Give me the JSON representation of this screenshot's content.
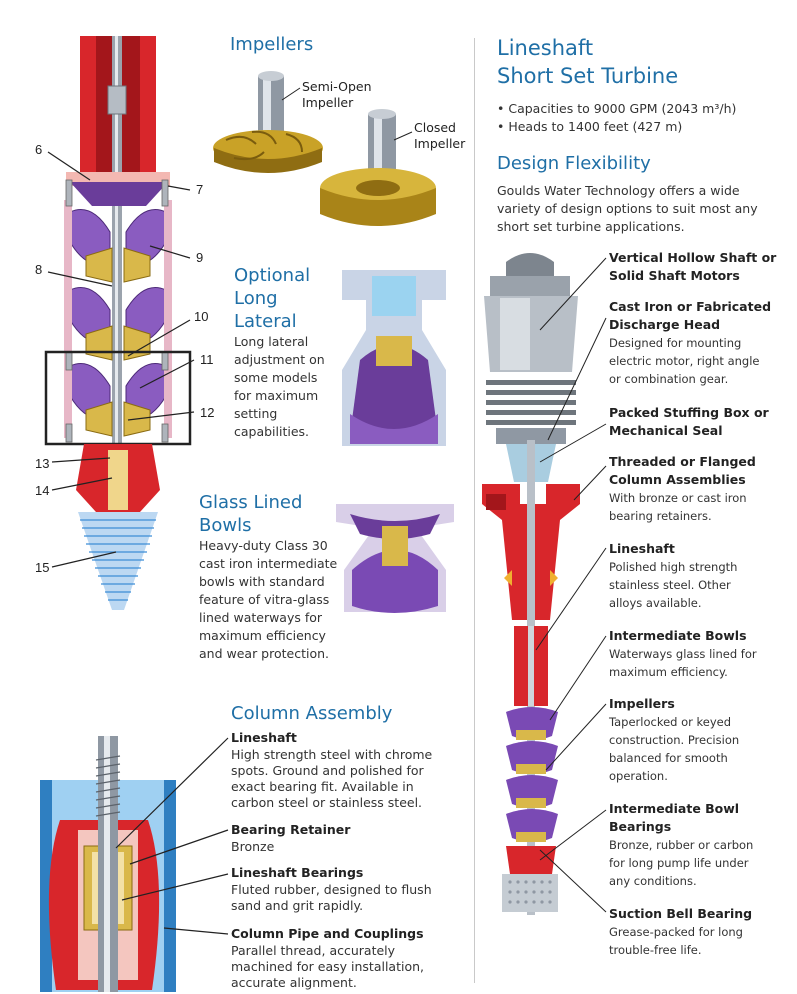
{
  "left_figure": {
    "callouts": [
      "6",
      "7",
      "8",
      "9",
      "10",
      "11",
      "12",
      "13",
      "14",
      "15"
    ]
  },
  "impellers": {
    "title": "Impellers",
    "semi_open": [
      "Semi-Open",
      "Impeller"
    ],
    "closed": [
      "Closed",
      "Impeller"
    ]
  },
  "optional_lateral": {
    "title": [
      "Optional",
      "Long",
      "Lateral"
    ],
    "body": [
      "Long lateral",
      "adjustment on",
      "some models",
      "for maximum",
      "setting",
      "capabilities."
    ]
  },
  "glass_lined": {
    "title": [
      "Glass Lined",
      "Bowls"
    ],
    "body": [
      "Heavy-duty Class 30",
      "cast iron intermediate",
      "bowls with standard",
      "feature of vitra-glass",
      "lined waterways for",
      "maximum efficiency",
      "and wear protection."
    ]
  },
  "column_assembly": {
    "title": "Column Assembly",
    "items": [
      {
        "label": "Lineshaft",
        "body": [
          "High strength steel with chrome",
          "spots. Ground and polished for",
          "exact bearing fit. Available in",
          "carbon steel or stainless steel."
        ]
      },
      {
        "label": "Bearing Retainer",
        "body": [
          "Bronze"
        ]
      },
      {
        "label": "Lineshaft Bearings",
        "body": [
          "Fluted rubber, designed to flush",
          "sand and grit rapidly."
        ]
      },
      {
        "label": "Column Pipe and Couplings",
        "body": [
          "Parallel thread, accurately",
          "machined for easy installation,",
          "accurate alignment."
        ]
      }
    ]
  },
  "lineshaft_turbine": {
    "title": [
      "Lineshaft",
      "Short Set Turbine"
    ],
    "bullets": [
      "• Capacities to 9000 GPM (2043 m³/h)",
      "• Heads to 1400 feet (427 m)"
    ]
  },
  "design_flexibility": {
    "title": "Design Flexibility",
    "body": [
      "Goulds Water Technology offers a wide",
      "variety of design options to suit most any",
      "short set turbine applications."
    ]
  },
  "components": [
    {
      "label": [
        "Vertical Hollow Shaft or",
        "Solid Shaft Motors"
      ],
      "body": []
    },
    {
      "label": [
        "Cast Iron or Fabricated",
        "Discharge Head"
      ],
      "body": [
        "Designed for mounting",
        "electric motor, right angle",
        "or combination gear."
      ]
    },
    {
      "label": [
        "Packed Stuffing Box or",
        "Mechanical Seal"
      ],
      "body": []
    },
    {
      "label": [
        "Threaded or Flanged",
        "Column Assemblies"
      ],
      "body": [
        "With bronze or cast iron",
        "bearing retainers."
      ]
    },
    {
      "label": [
        "Lineshaft"
      ],
      "body": [
        "Polished high strength",
        "stainless steel. Other",
        "alloys available."
      ]
    },
    {
      "label": [
        "Intermediate Bowls"
      ],
      "body": [
        "Waterways glass lined for",
        "maximum efficiency."
      ]
    },
    {
      "label": [
        "Impellers"
      ],
      "body": [
        "Taperlocked or keyed",
        "construction. Precision",
        "balanced for smooth",
        "operation."
      ]
    },
    {
      "label": [
        "Intermediate Bowl",
        "Bearings"
      ],
      "body": [
        "Bronze, rubber or carbon",
        "for long pump life under",
        "any conditions."
      ]
    },
    {
      "label": [
        "Suction Bell Bearing"
      ],
      "body": [
        "Grease-packed for long",
        "trouble-free life."
      ]
    }
  ],
  "colors": {
    "heading": "#1f6fa6",
    "red": "#d8262b",
    "purple": "#6a3d9a",
    "gold": "#c9a227",
    "blue": "#2f7fc1"
  }
}
